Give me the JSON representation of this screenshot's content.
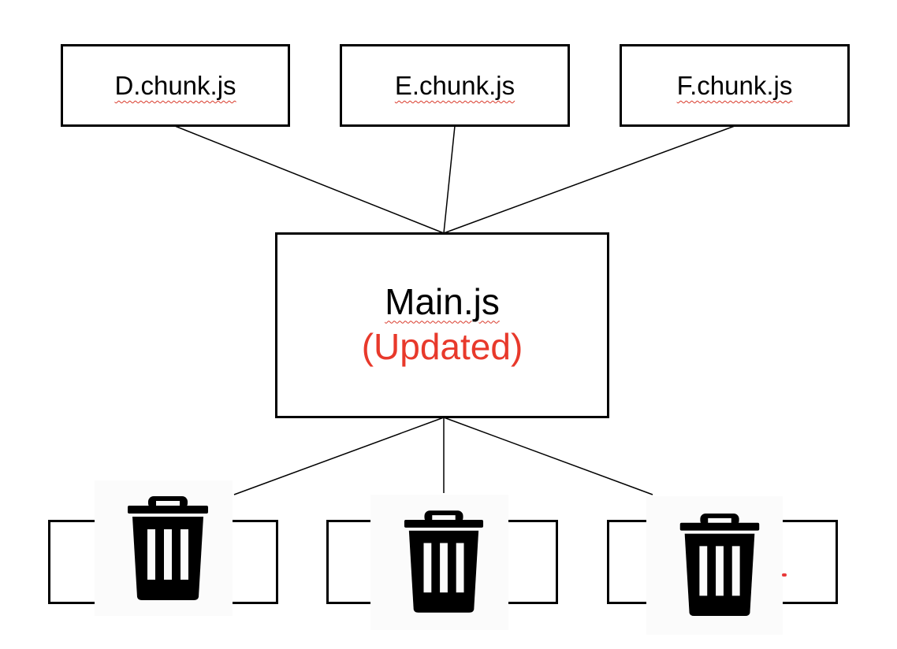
{
  "top_chunks": [
    {
      "label": "D.chunk.js"
    },
    {
      "label": "E.chunk.js"
    },
    {
      "label": "F.chunk.js"
    }
  ],
  "main": {
    "label": "Main.js",
    "status": "(Updated)",
    "status_color": "#e8392b"
  },
  "deleted_chunks": [
    {
      "icon": "trash-can-icon"
    },
    {
      "icon": "trash-can-icon"
    },
    {
      "icon": "trash-can-icon"
    }
  ],
  "colors": {
    "stroke": "#000000",
    "spellcheck_underline": "#d93a2b"
  }
}
